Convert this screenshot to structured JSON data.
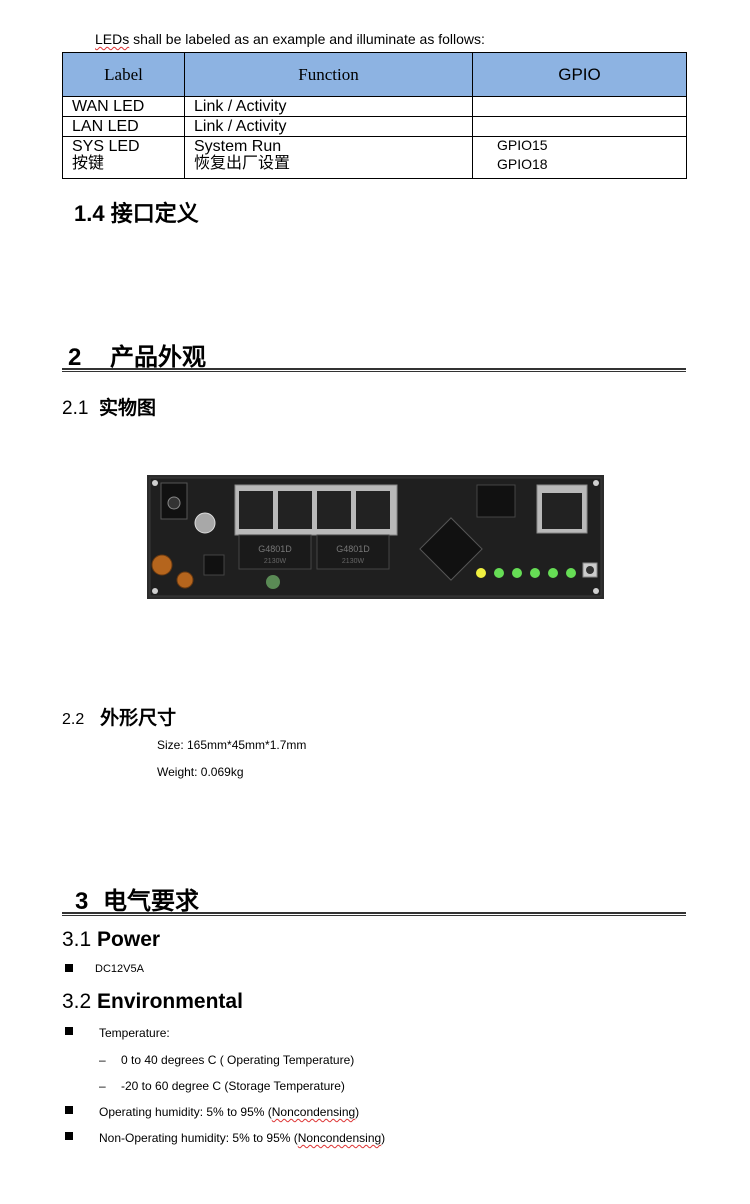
{
  "intro": {
    "squiggle_word": "LEDs",
    "rest": " shall be labeled as an example and illuminate as follows:"
  },
  "table": {
    "headers": [
      "Label",
      "Function",
      "GPIO"
    ],
    "rows": [
      {
        "label": "WAN LED",
        "function": "Link / Activity",
        "gpio": ""
      },
      {
        "label": "LAN LED",
        "function": "Link / Activity",
        "gpio": ""
      },
      {
        "label": "SYS LED",
        "function": "System Run",
        "gpio": "GPIO15"
      },
      {
        "label": "按键",
        "function": "恢复出厂设置",
        "gpio": "GPIO18"
      }
    ]
  },
  "sec_1_4": {
    "text": "1.4 接口定义"
  },
  "sec_2": {
    "num": "2",
    "title": "产品外观"
  },
  "sec_2_1": {
    "num": "2.1",
    "title": "实物图"
  },
  "board_image": {
    "chip_text_1": "G4801D",
    "chip_sub_1": "2130W",
    "chip_text_2": "G4801D",
    "chip_sub_2": "2130W",
    "led_colors": [
      "#f0f040",
      "#66dd55",
      "#66dd55",
      "#66dd55",
      "#66dd55",
      "#66dd55"
    ]
  },
  "sec_2_2": {
    "num": "2.2",
    "title": "外形尺寸"
  },
  "specs": {
    "size": "Size: 165mm*45mm*1.7mm",
    "weight": "Weight: 0.069kg"
  },
  "sec_3": {
    "num": "3",
    "title": "电气要求"
  },
  "sec_3_1": {
    "num": "3.1",
    "title": "Power"
  },
  "power_items": [
    "DC12V5A"
  ],
  "sec_3_2": {
    "num": "3.2",
    "title": "Environmental"
  },
  "env": {
    "temperature": "Temperature:",
    "temp_ranges": [
      "0 to 40 degrees C ( Operating Temperature)",
      "-20 to 60 degree C (Storage Temperature)"
    ],
    "dash": "–",
    "op_humidity_prefix": "Operating humidity: 5% to 95% (",
    "op_humidity_word": "Noncondensing",
    "op_humidity_suffix": ")",
    "nonop_humidity_prefix": "Non-Operating humidity: 5% to 95% (",
    "nonop_humidity_word": "Noncondensing",
    "nonop_humidity_suffix": ")"
  }
}
